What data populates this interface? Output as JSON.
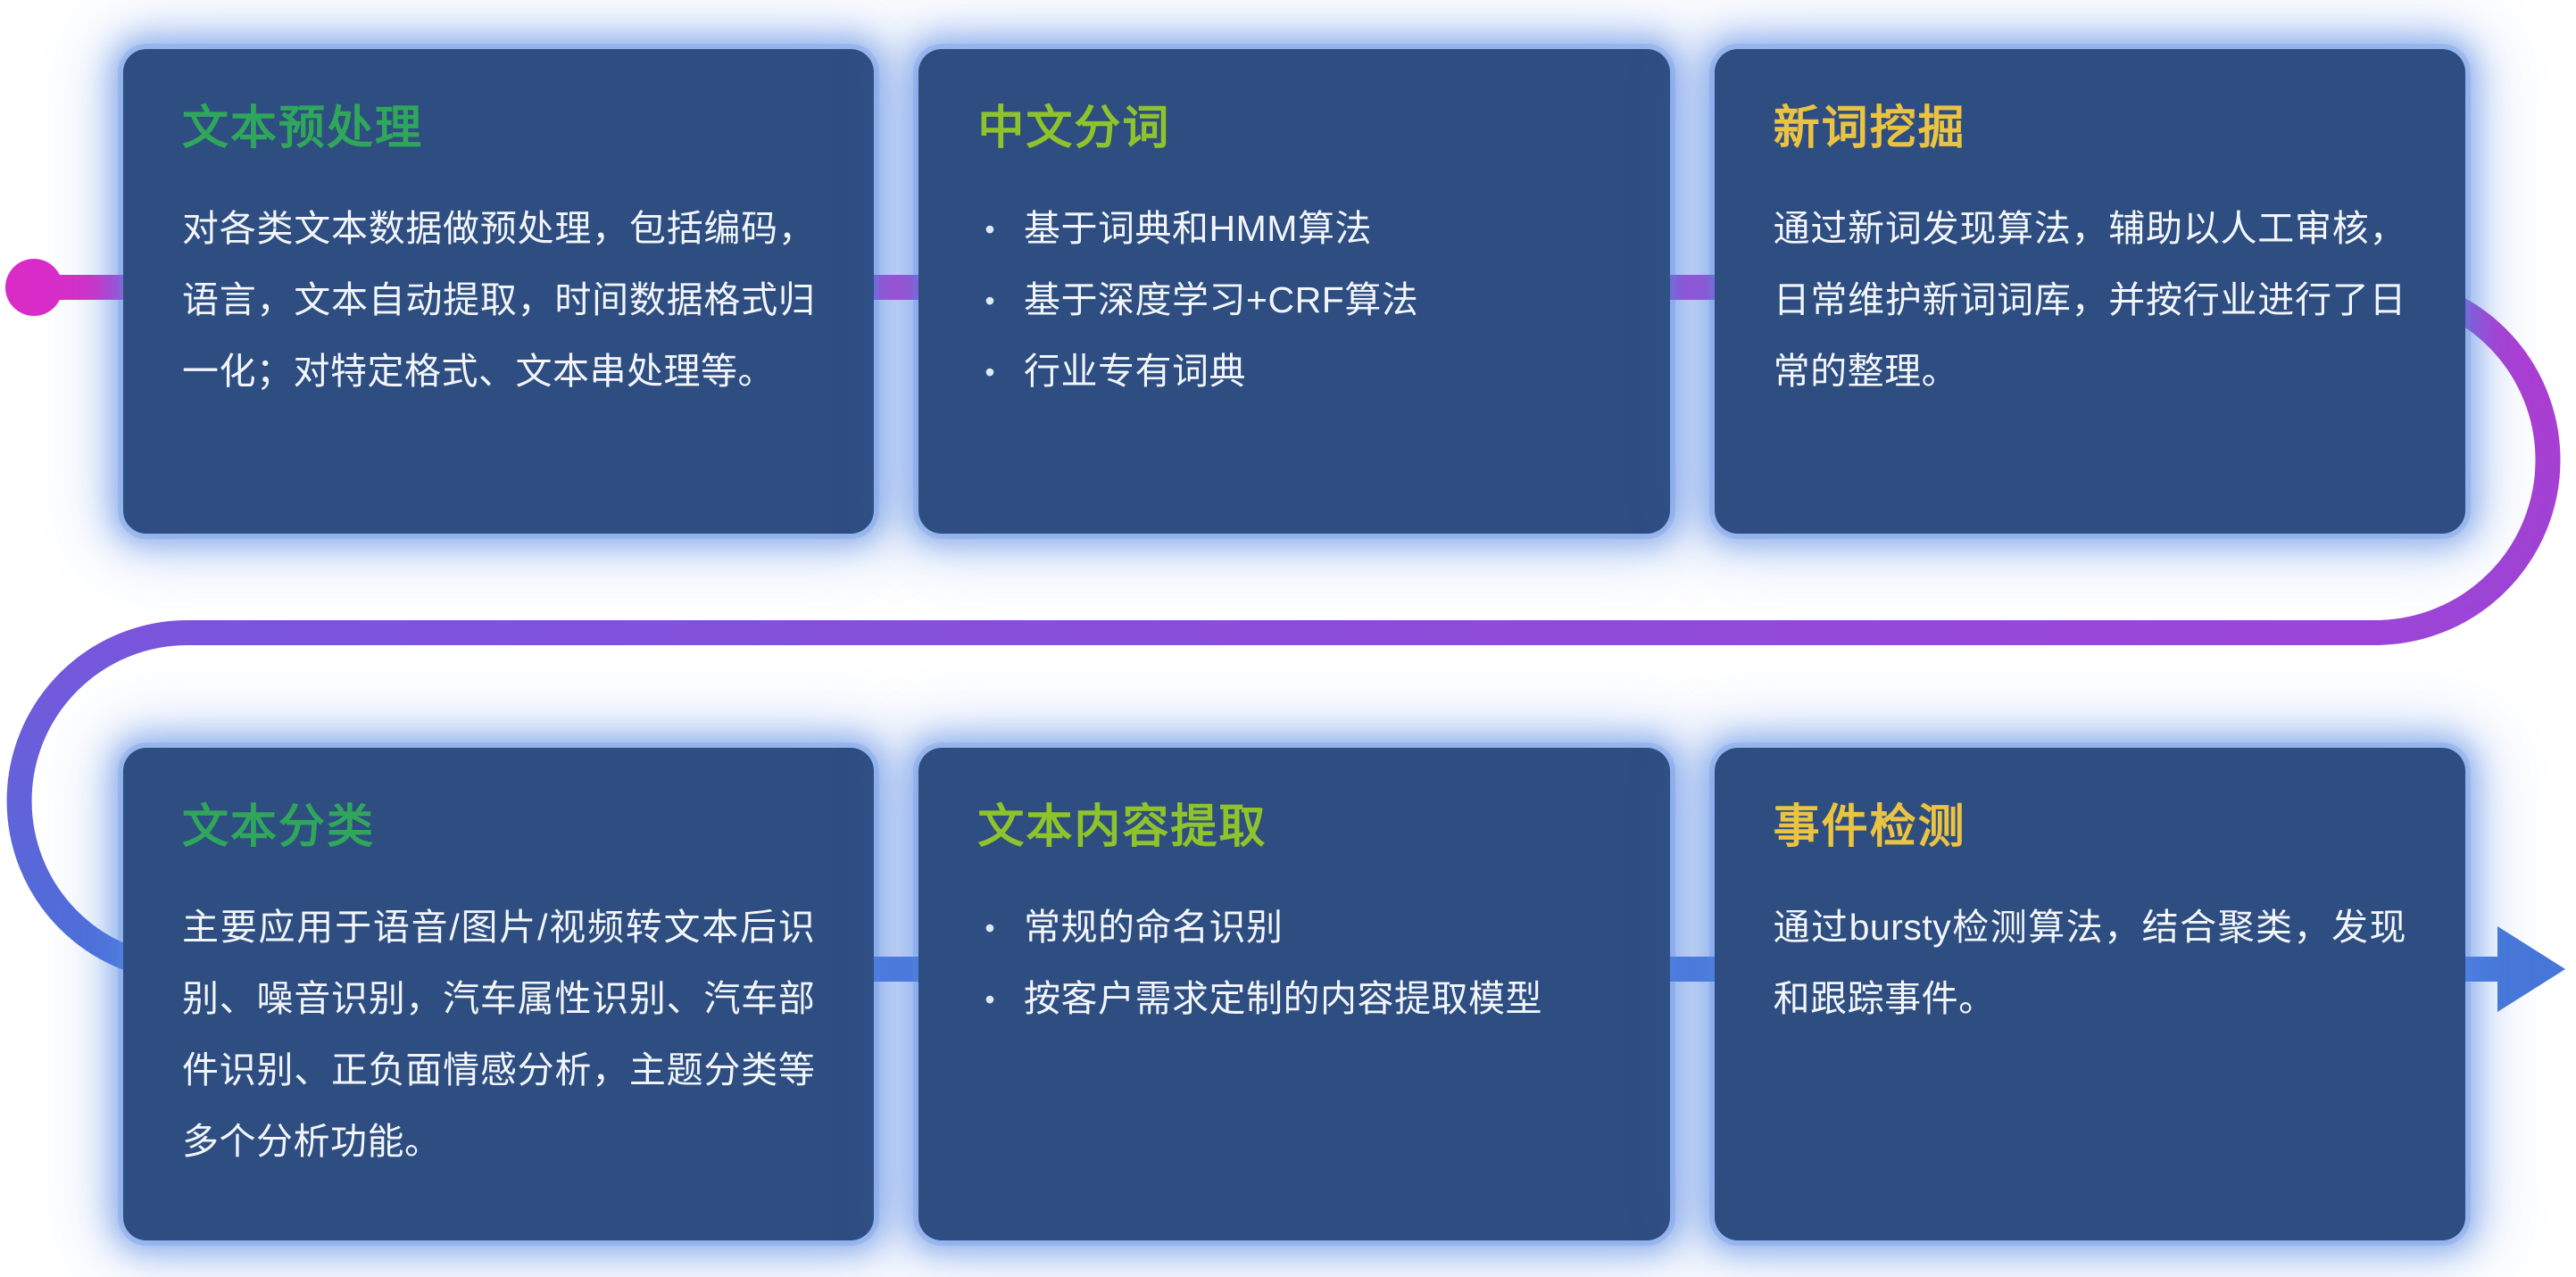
{
  "theme": {
    "page_background": "#ffffff",
    "card_background": "#2e4d80",
    "card_glow": "#4f83e0",
    "body_text_color": "#f2f6fb",
    "green_title": "#2fa65c",
    "lime_title": "#8fc32b",
    "yellow_title": "#eac342"
  },
  "ui": {
    "bullet_char": "•"
  },
  "flow": {
    "start_dot_color": "#d92cc7",
    "arrow_color": "#4677d8",
    "gradient_stops": [
      "#d92cc7",
      "#b13ad0",
      "#9b45d6",
      "#7a55dc",
      "#4a70d8",
      "#4677d8"
    ]
  },
  "cards": [
    {
      "title": "文本预处理",
      "title_color": "#2fa65c",
      "body": "对各类文本数据做预处理，包括编码，语言，文本自动提取，时间数据格式归一化；对特定格式、文本串处理等。"
    },
    {
      "title": "中文分词",
      "title_color": "#8fc32b",
      "bullets": [
        "基于词典和HMM算法",
        "基于深度学习+CRF算法",
        "行业专有词典"
      ]
    },
    {
      "title": "新词挖掘",
      "title_color": "#eac342",
      "body": "通过新词发现算法，辅助以人工审核，日常维护新词词库，并按行业进行了日常的整理。"
    },
    {
      "title": "文本分类",
      "title_color": "#2fa65c",
      "body": "主要应用于语音/图片/视频转文本后识别、噪音识别，汽车属性识别、汽车部件识别、正负面情感分析，主题分类等多个分析功能。"
    },
    {
      "title": "文本内容提取",
      "title_color": "#8fc32b",
      "bullets": [
        "常规的命名识别",
        "按客户需求定制的内容提取模型"
      ]
    },
    {
      "title": "事件检测",
      "title_color": "#eac342",
      "body": "通过bursty检测算法，结合聚类，发现和跟踪事件。"
    }
  ]
}
